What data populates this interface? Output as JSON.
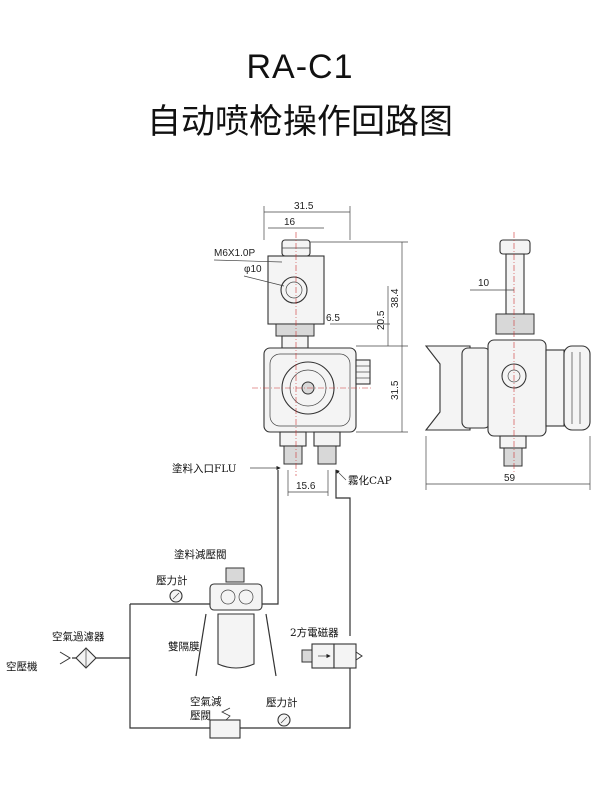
{
  "header": {
    "model": "RA-C1",
    "subtitle": "自动喷枪操作回路图"
  },
  "dimensions": {
    "top_width": "31.5",
    "head_width": "16",
    "thread": "M6X1.0P",
    "hole_dia": "φ10",
    "offset": "6.5",
    "height_upper": "20.5",
    "height_total": "38.4",
    "height_body": "31.5",
    "port_spacing": "15.6",
    "side_offset": "10",
    "side_width": "59"
  },
  "labels": {
    "paint_inlet": "塗料入口FLU",
    "atomize_air": "霧化CAP",
    "paint_regulator": "塗料減壓閥",
    "pressure_gauge_1": "壓力計",
    "air_filter": "空氣過濾器",
    "diaphragm": "雙隔膜",
    "compressor": "空壓機",
    "solenoid": "2方電磁器",
    "air_regulator_line1": "空氣減",
    "air_regulator_line2": "壓閥",
    "pressure_gauge_2": "壓力計"
  },
  "colors": {
    "line": "#333333",
    "centerline": "#cc3333",
    "background": "#ffffff"
  }
}
